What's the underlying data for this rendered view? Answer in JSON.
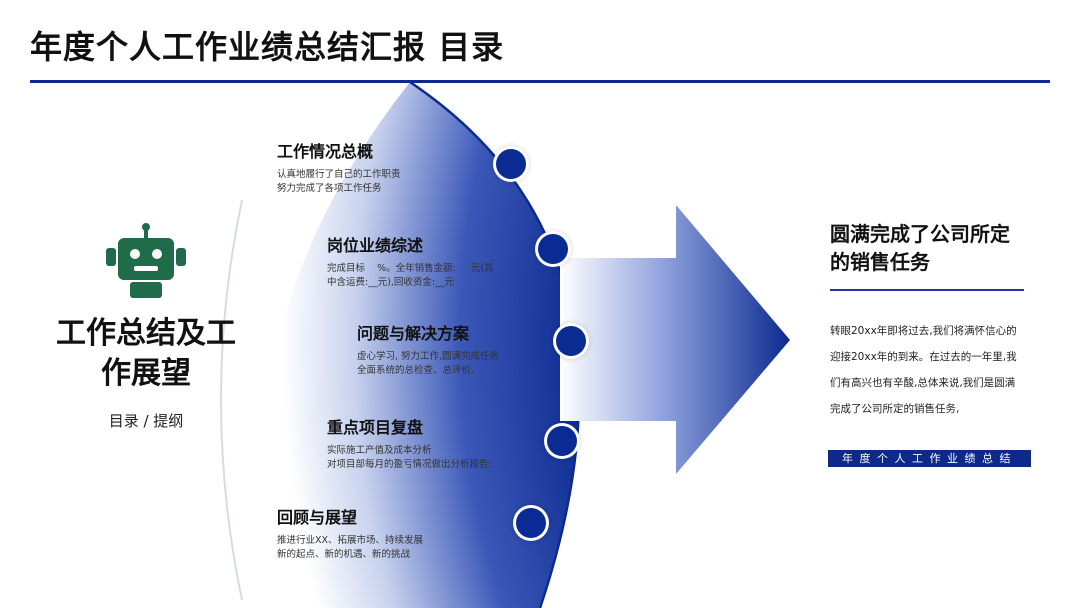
{
  "header": {
    "title": "年度个人工作业绩总结汇报  目录"
  },
  "left_panel": {
    "icon": "robot-icon",
    "title_line1": "工作总结及工",
    "title_line2": "作展望",
    "subtitle": "目录 / 提纲"
  },
  "items": [
    {
      "title": "工作情况总概",
      "desc1": "认真地履行了自己的工作职责",
      "desc2": "努力完成了各项工作任务"
    },
    {
      "title": "岗位业绩综述",
      "desc1": "完成目标    %。全年销售金额:     元(其",
      "desc2": "中含运费:__元),回收资金:__元"
    },
    {
      "title": "问题与解决方案",
      "desc1": "虚心学习, 努力工作,圆满完成任务",
      "desc2": "全面系统的总检查、总评价,"
    },
    {
      "title": "重点项目复盘",
      "desc1": "实际施工产值及成本分析",
      "desc2": "对项目部每月的盈亏情况做出分析报告;"
    },
    {
      "title": "回顾与展望",
      "desc1": "推进行业XX、拓展市场、持续发展",
      "desc2": "新的起点、新的机遇、新的挑战"
    }
  ],
  "right_panel": {
    "title_line1": "圆满完成了公司所定",
    "title_line2": "的销售任务",
    "body_line1": "转眼20xx年即将过去,我们将满怀信心的",
    "body_line2": "迎接20xx年的到来。在过去的一年里,我",
    "body_line3": "们有高兴也有辛酸,总体来说,我们是圆满",
    "body_line4": "完成了公司所定的销售任务,",
    "banner": "年度个人工作业绩总结"
  },
  "colors": {
    "accent": "#0d2a8a",
    "robot": "#1f6b4a"
  }
}
